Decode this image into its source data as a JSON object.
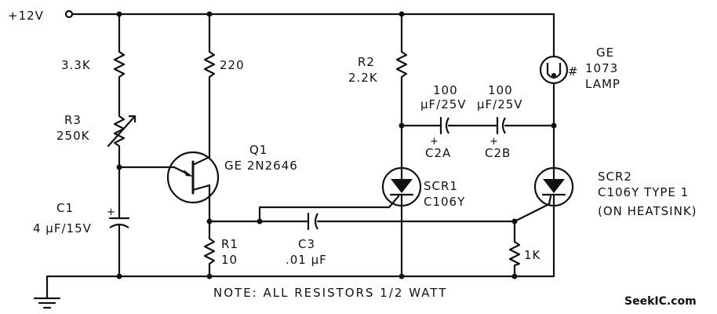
{
  "supply": {
    "label": "+12V"
  },
  "components": {
    "r_33k": {
      "value": "3.3K"
    },
    "r3": {
      "ref": "R3",
      "value": "250K"
    },
    "c1": {
      "ref": "C1",
      "value": "4 µF/15V",
      "polarity": "+"
    },
    "r_220": {
      "value": "220"
    },
    "q1": {
      "ref": "Q1",
      "value": "GE 2N2646"
    },
    "r1": {
      "ref": "R1",
      "value": "10"
    },
    "c3": {
      "ref": "C3",
      "value": ".01 µF"
    },
    "r2": {
      "ref": "R2",
      "value": "2.2K"
    },
    "c2a": {
      "ref": "C2A",
      "value_line1": "100",
      "value_line2": "µF/25V",
      "polarity": "+"
    },
    "c2b": {
      "ref": "C2B",
      "value_line1": "100",
      "value_line2": "µF/25V",
      "polarity": "+"
    },
    "lamp": {
      "line1": "GE",
      "line2": "1073",
      "line3": "LAMP",
      "mark": "#"
    },
    "scr1": {
      "ref": "SCR1",
      "value": "C106Y"
    },
    "scr2": {
      "ref": "SCR2",
      "value": "C106Y TYPE 1",
      "note": "(ON HEATSINK)"
    },
    "r_1k": {
      "value": "1K"
    }
  },
  "note": "NOTE:  ALL  RESISTORS  1/2  WATT",
  "watermark": "SeekIC.com"
}
